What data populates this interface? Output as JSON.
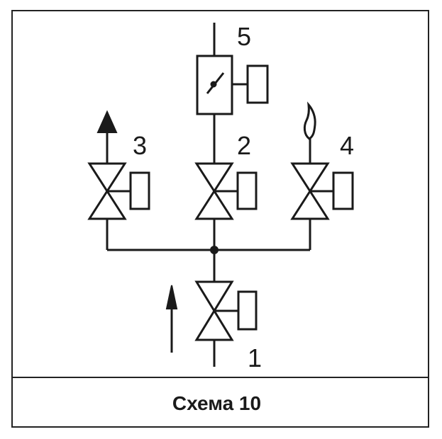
{
  "diagram": {
    "labels": {
      "inlet": "1",
      "center": "2",
      "left": "3",
      "right": "4",
      "top": "5"
    },
    "caption": "Схема 10"
  },
  "colors": {
    "line": "#1a1a1a",
    "background": "#ffffff"
  }
}
